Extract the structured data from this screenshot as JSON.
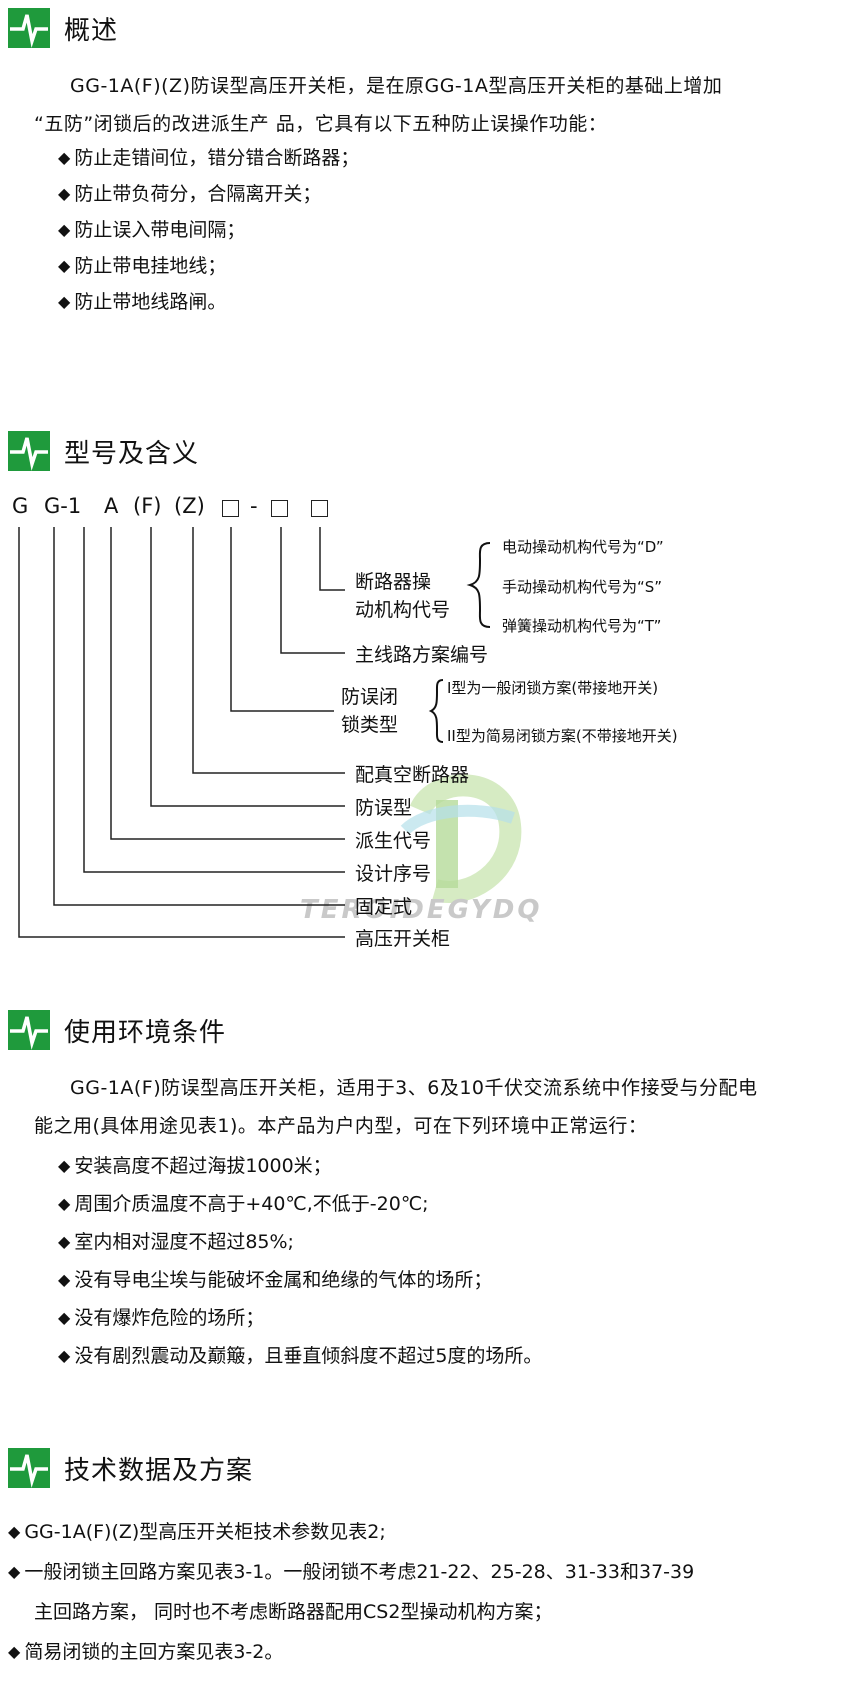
{
  "sections": {
    "overview": {
      "title": "概述",
      "intro": [
        "GG-1A(F)(Z)防误型高压开关柜，是在原GG-1A型高压开关柜的基础上增加",
        "“五防”闭锁后的改进派生产 品，它具有以下五种防止误操作功能："
      ],
      "items": [
        "防止走错间位，错分错合断路器；",
        "防止带负荷分，合隔离开关；",
        "防止误入带电间隔；",
        "防止带电挂地线；",
        "防止带地线路闸。"
      ]
    },
    "model": {
      "title": "型号及含义",
      "code": [
        "G",
        "G-1",
        "A",
        "(F)",
        "(Z)",
        "-"
      ],
      "labels": {
        "op_mech_line1": "断路器操",
        "op_mech_line2": "动机构代号",
        "op_d": "电动操动机构代号为“D”",
        "op_s": "手动操动机构代号为“S”",
        "op_t": "弹簧操动机构代号为“T”",
        "circuit": "主线路方案编号",
        "lock_line1": "防误闭",
        "lock_line2": "锁类型",
        "lock_1": "I型为一般闭锁方案(带接地开关)",
        "lock_2": "II型为简易闭锁方案(不带接地开关)",
        "vacuum": "配真空断路器",
        "anti": "防误型",
        "derived": "派生代号",
        "design": "设计序号",
        "fixed": "固定式",
        "hv": "高压开关柜"
      },
      "watermark": "TEROIDEGYDQ"
    },
    "env": {
      "title": "使用环境条件",
      "intro": [
        "GG-1A(F)防误型高压开关柜，适用于3、6及10千伏交流系统中作接受与分配电",
        "能之用(具体用途见表1)。本产品为户内型，可在下列环境中正常运行："
      ],
      "items": [
        "安装高度不超过海拔1000米；",
        "周围介质温度不高于+40℃,不低于-20℃;",
        "室内相对湿度不超过85%;",
        "没有导电尘埃与能破坏金属和绝缘的气体的场所；",
        "没有爆炸危险的场所；",
        "没有剧烈震动及巅簸，且垂直倾斜度不超过5度的场所。"
      ]
    },
    "tech": {
      "title": "技术数据及方案",
      "items": [
        "GG-1A(F)(Z)型高压开关柜技术参数见表2;",
        "一般闭锁主回路方案见表3-1。一般闭锁不考虑21-22、25-28、31-33和37-39",
        "简易闭锁的主回方案见表3-2。"
      ],
      "item2_cont": "主回路方案， 同时也不考虑断路器配用CS2型操动机构方案；"
    }
  },
  "colors": {
    "icon_green": "#1f9a3c",
    "line": "#222222"
  }
}
